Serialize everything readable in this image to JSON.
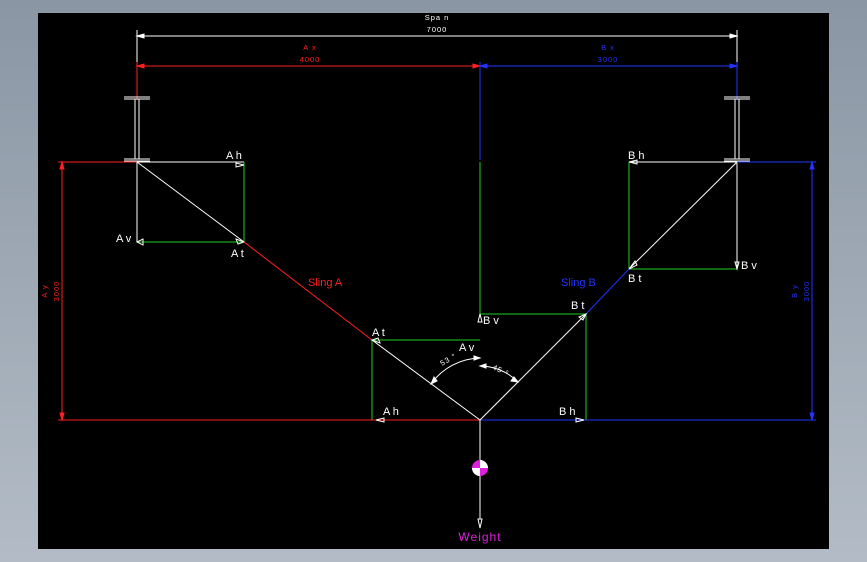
{
  "dimensions": {
    "span_label": "Spa n",
    "span_value": "7000",
    "ax_label": "A x",
    "ax_value": "4000",
    "bx_label": "B x",
    "bx_value": "3000",
    "ay_label": "A y",
    "ay_value": "3000",
    "by_label": "B y",
    "by_value": "3000"
  },
  "labels": {
    "a_h_top": "A h",
    "a_v_left": "A v",
    "a_t_upper": "A t",
    "sling_a": "Sling A",
    "a_t_lower": "A t",
    "a_v_center": "A v",
    "a_h_bottom": "A h",
    "b_h_top": "B h",
    "b_v_right": "B v",
    "b_t_upper": "B t",
    "sling_b": "Sling B",
    "b_t_lower": "B t",
    "b_v_center": "B v",
    "b_h_bottom": "B h",
    "angle_a": "53 °",
    "angle_b": "45 °",
    "weight": "Weight"
  },
  "colors": {
    "sling_a": "#ff2020",
    "sling_b": "#2233ff",
    "force_box": "#22cc22",
    "white": "#ffffff",
    "weight": "#e020e0"
  }
}
